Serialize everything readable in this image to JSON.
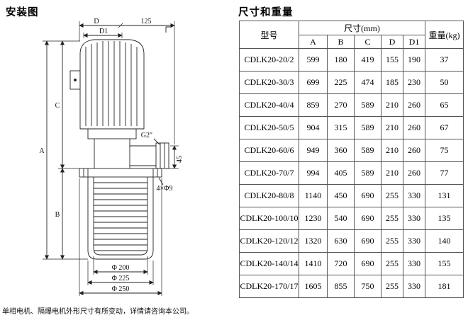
{
  "left": {
    "title": "安装图",
    "footnote": "单相电机、隔爆电机外形尺寸有所变动，详情请咨询本公司。",
    "labels": {
      "dim_d": "D",
      "dim_125": "125",
      "dim_d1": "D1",
      "dim_a": "A",
      "dim_b": "B",
      "dim_c": "C",
      "dim_g2": "G2″",
      "dim_45": "45",
      "dim_holes": "4×Φ9",
      "dim_phi200": "Φ 200",
      "dim_phi225": "Φ 225",
      "dim_phi250": "Φ 250"
    }
  },
  "right": {
    "title": "尺寸和重量",
    "table": {
      "header_model": "型号",
      "header_size": "尺寸(mm)",
      "header_weight": "重量(kg)",
      "size_columns": [
        "A",
        "B",
        "C",
        "D",
        "D1"
      ],
      "rows": [
        {
          "model": "CDLK20-20/2",
          "dims": [
            "599",
            "180",
            "419",
            "155",
            "190"
          ],
          "weight": "37"
        },
        {
          "model": "CDLK20-30/3",
          "dims": [
            "699",
            "225",
            "474",
            "185",
            "230"
          ],
          "weight": "50"
        },
        {
          "model": "CDLK20-40/4",
          "dims": [
            "859",
            "270",
            "589",
            "210",
            "260"
          ],
          "weight": "65"
        },
        {
          "model": "CDLK20-50/5",
          "dims": [
            "904",
            "315",
            "589",
            "210",
            "260"
          ],
          "weight": "67"
        },
        {
          "model": "CDLK20-60/6",
          "dims": [
            "949",
            "360",
            "589",
            "210",
            "260"
          ],
          "weight": "75"
        },
        {
          "model": "CDLK20-70/7",
          "dims": [
            "994",
            "405",
            "589",
            "210",
            "260"
          ],
          "weight": "77"
        },
        {
          "model": "CDLK20-80/8",
          "dims": [
            "1140",
            "450",
            "690",
            "255",
            "330"
          ],
          "weight": "131"
        },
        {
          "model": "CDLK20-100/10",
          "dims": [
            "1230",
            "540",
            "690",
            "255",
            "330"
          ],
          "weight": "135"
        },
        {
          "model": "CDLK20-120/12",
          "dims": [
            "1320",
            "630",
            "690",
            "255",
            "330"
          ],
          "weight": "140"
        },
        {
          "model": "CDLK20-140/14",
          "dims": [
            "1410",
            "720",
            "690",
            "255",
            "330"
          ],
          "weight": "155"
        },
        {
          "model": "CDLK20-170/17",
          "dims": [
            "1605",
            "855",
            "750",
            "255",
            "330"
          ],
          "weight": "181"
        }
      ]
    }
  }
}
